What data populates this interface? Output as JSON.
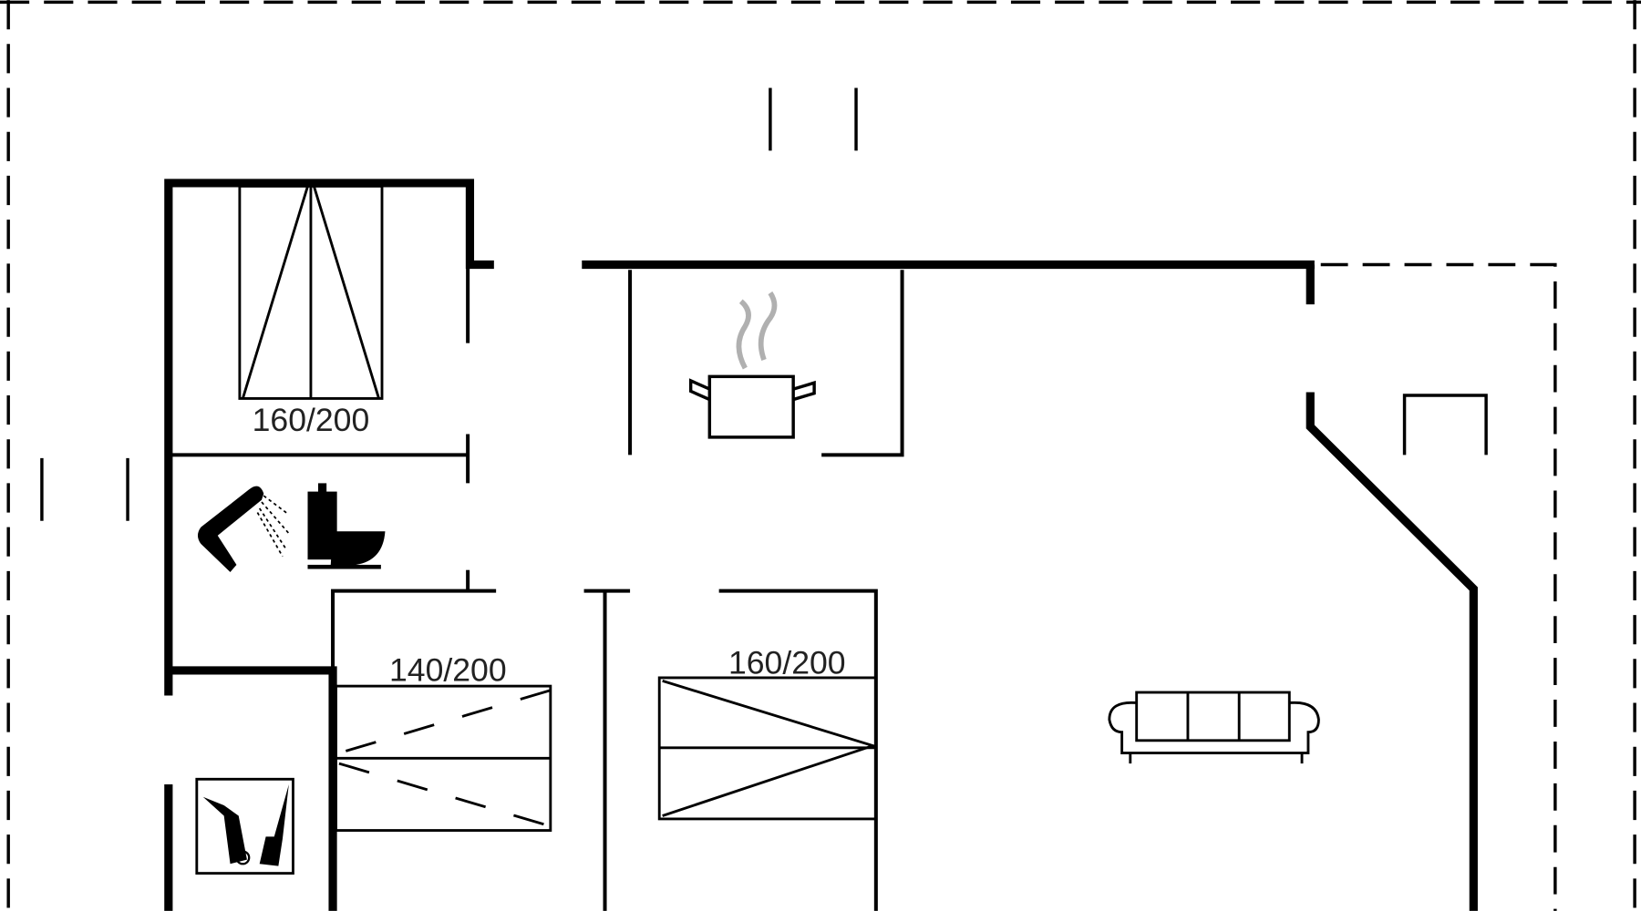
{
  "diagram": {
    "type": "floor-plan",
    "bed_labels": [
      "160/200",
      "140/200",
      "160/200"
    ],
    "icons": [
      "double-bed-icon",
      "shower-icon",
      "toilet-icon",
      "cooking-pot-icon",
      "utility-icon",
      "sofa-icon"
    ],
    "colors": {
      "wall": "#000000",
      "steam": "#b0b0b0"
    }
  }
}
